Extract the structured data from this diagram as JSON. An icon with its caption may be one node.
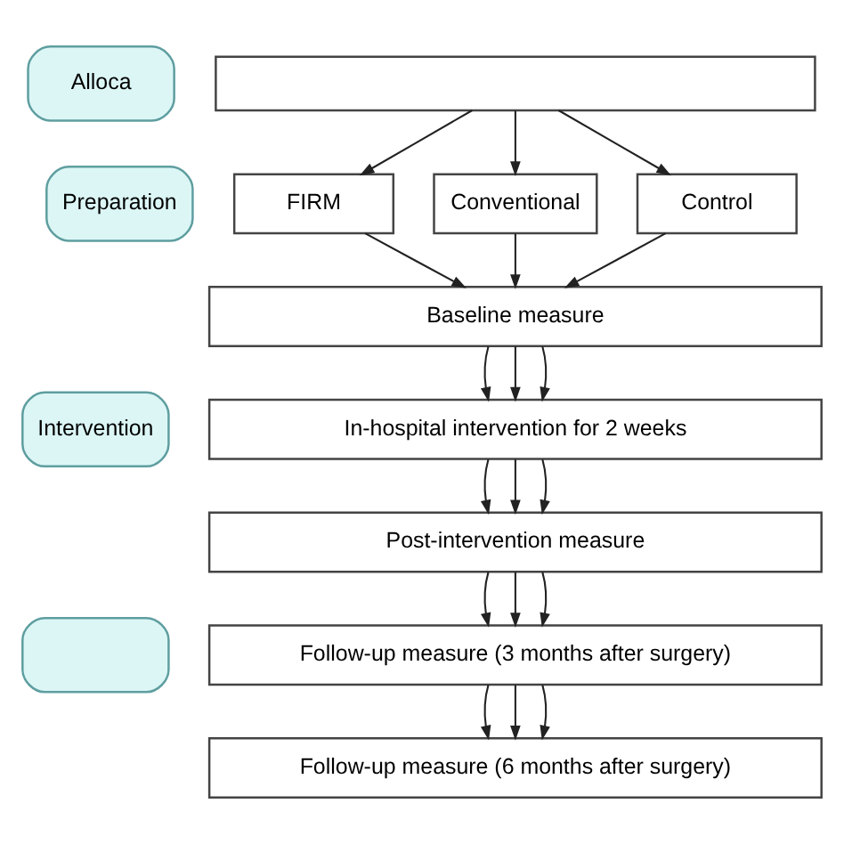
{
  "diagram": {
    "nodes": [
      {
        "text": [],
        "shape": "box"
      },
      {
        "text": [
          "FIRM"
        ]
      },
      {
        "text": [
          "Conventional"
        ]
      },
      {
        "text": [
          "Control"
        ]
      },
      {
        "text": [
          "Baseline measure"
        ]
      },
      {
        "text": [
          "In-hospital intervention for 2 weeks"
        ]
      },
      {
        "text": [
          "Post-intervention measure"
        ]
      },
      {
        "text": [
          "Follow-up measure (3 months after surgery)"
        ]
      },
      {
        "text": [
          "Follow-up measure (6 months after surgery)"
        ]
      },
      {
        "text": [
          "Alloca"
        ]
      },
      {
        "text": [
          "Preparation"
        ]
      },
      {
        "text": [
          "Intervention"
        ]
      },
      {
        "text": [],
        "shape": "bar"
      }
    ],
    "edges": [
      {
        "from": 0,
        "to": 1,
        "arrow": "to"
      },
      {
        "from": 0,
        "to": 2,
        "arrow": "to"
      },
      {
        "from": 0,
        "to": 3,
        "arrow": "to"
      },
      {
        "from": 1,
        "to": 4,
        "arrow": "to"
      },
      {
        "from": 2,
        "to": 4,
        "arrow": "to"
      },
      {
        "from": 3,
        "to": 4,
        "arrow": "to"
      },
      {
        "from": 4,
        "to": 5,
        "arrow": "to"
      },
      {
        "from": 4,
        "to": 5,
        "arrow": "to"
      },
      {
        "from": 4,
        "to": 5,
        "arrow": "to"
      },
      {
        "from": 5,
        "to": 6,
        "arrow": "to"
      },
      {
        "from": 5,
        "to": 6,
        "arrow": "to"
      },
      {
        "from": 5,
        "to": 6,
        "arrow": "to"
      },
      {
        "from": 6,
        "to": 7,
        "arrow": "to"
      },
      {
        "from": 6,
        "to": 7,
        "arrow": "to"
      },
      {
        "from": 6,
        "to": 7,
        "arrow": "to"
      },
      {
        "from": 7,
        "to": 8,
        "arrow": "to"
      },
      {
        "from": 7,
        "to": 8,
        "arrow": "to"
      },
      {
        "from": 7,
        "to": 8,
        "arrow": "to"
      }
    ]
  }
}
